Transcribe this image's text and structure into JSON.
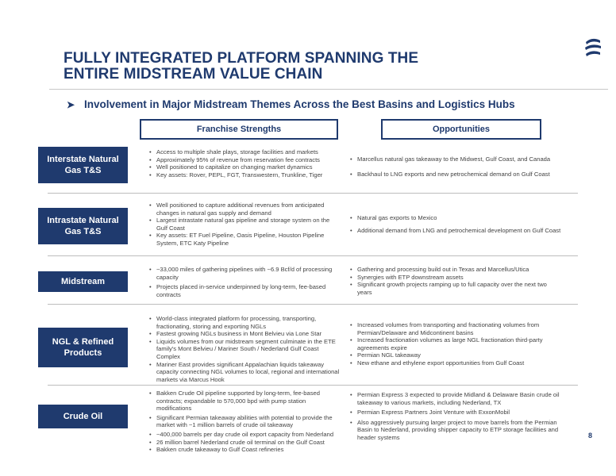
{
  "title": {
    "line1": "FULLY INTEGRATED PLATFORM SPANNING THE",
    "line2": "ENTIRE MIDSTREAM VALUE CHAIN"
  },
  "logo": {
    "icon": "energy-transfer-logo",
    "color": "#1f3a6e"
  },
  "subhead": {
    "arrow": "➤",
    "text": "Involvement in Major Midstream Themes Across the Best Basins and Logistics Hubs"
  },
  "columns": {
    "franchise": "Franchise Strengths",
    "opportunities": "Opportunities"
  },
  "rows": [
    {
      "label": "Interstate Natural Gas T&S",
      "strengths": [
        "Access to multiple shale plays, storage facilities and markets",
        "Approximately 95% of revenue from reservation fee contracts",
        "Well positioned to capitalize on changing market dynamics",
        "Key assets: Rover, PEPL, FGT, Transwestern, Trunkline, Tiger"
      ],
      "opportunities": [
        "Marcellus natural gas takeaway to the Midwest, Gulf Coast, and Canada",
        "Backhaul to LNG exports and new petrochemical demand on Gulf Coast"
      ]
    },
    {
      "label": "Intrastate Natural Gas T&S",
      "strengths": [
        "Well positioned to capture additional revenues from anticipated changes in natural gas supply and demand",
        "Largest intrastate natural gas pipeline and storage system on the Gulf Coast",
        "Key assets: ET Fuel Pipeline, Oasis Pipeline, Houston Pipeline System, ETC Katy Pipeline"
      ],
      "opportunities": [
        "Natural gas exports to Mexico",
        "Additional demand from LNG and petrochemical development on Gulf Coast"
      ]
    },
    {
      "label": "Midstream",
      "strengths": [
        "~33,000 miles of gathering pipelines with ~6.9 Bcf/d of processing capacity",
        "Projects placed in-service underpinned by long-term, fee-based contracts"
      ],
      "opportunities": [
        "Gathering and processing build out in Texas and Marcellus/Utica",
        "Synergies with ETP downstream assets",
        "Significant growth projects ramping up to full capacity over the next two years"
      ]
    },
    {
      "label": "NGL & Refined Products",
      "strengths": [
        "World-class integrated platform for processing, transporting, fractionating, storing and exporting NGLs",
        "Fastest growing NGLs business in Mont Belvieu via Lone Star",
        "Liquids volumes from our midstream segment culminate in the ETE family's Mont Belvieu / Mariner South / Nederland Gulf Coast Complex",
        "Mariner East provides significant Appalachian liquids takeaway capacity connecting NGL volumes to local, regional and international markets via Marcus Hook"
      ],
      "opportunities": [
        "Increased volumes from transporting and fractionating volumes from Permian/Delaware and Midcontinent basins",
        "Increased fractionation volumes as large NGL fractionation third-party agreements expire",
        "Permian NGL takeaway",
        "New ethane and ethylene export opportunities from Gulf Coast"
      ]
    },
    {
      "label": "Crude Oil",
      "strengths": [
        "Bakken Crude Oil pipeline supported by long-term, fee-based contracts; expandable to 570,000 bpd with pump station modifications",
        "Significant Permian takeaway abilities with potential to provide the market with ~1 million barrels of crude oil takeaway",
        "~400,000 barrels per day crude oil export capacity from Nederland",
        "26 million barrel Nederland crude oil terminal on the Gulf Coast",
        "Bakken crude takeaway to Gulf Coast refineries"
      ],
      "opportunities": [
        "Permian Express 3 expected to provide Midland & Delaware Basin crude oil takeaway to various markets, including Nederland, TX",
        "Permian Express Partners Joint Venture with ExxonMobil",
        "Also aggressively pursuing larger project to move barrels from the Permian Basin to Nederland, providing shipper capacity to ETP storage facilities and header systems"
      ]
    }
  ],
  "page_number": "8"
}
